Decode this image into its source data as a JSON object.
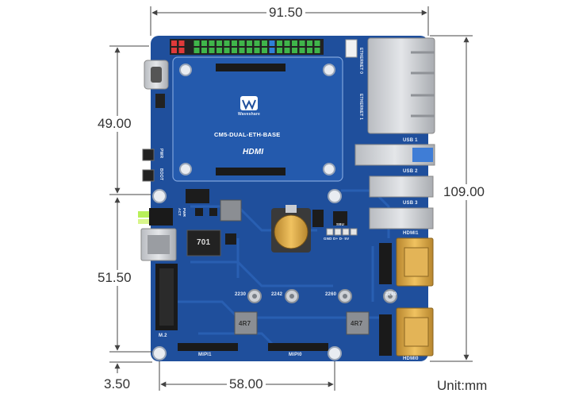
{
  "dimensions": {
    "top_width": "91.50",
    "left_upper_height": "49.00",
    "left_lower_height": "51.50",
    "right_height": "109.00",
    "bottom_width": "58.00",
    "bottom_offset": "3.50",
    "unit": "Unit:mm"
  },
  "board": {
    "brand": "Waveshare",
    "model": "CM5-DUAL-ETH-BASE",
    "hdmi_logo": "HDMI",
    "ethernet0": "ETHERNET 0",
    "ethernet1": "ETHERNET 1",
    "usb1": "USB 1",
    "usb2": "USB 2",
    "usb3": "USB 3",
    "hdmi1": "HDMI1",
    "hdmi0": "HDMI0",
    "mipi1": "MIPI1",
    "mipi0": "MIPI0",
    "pwr_button": "PWR",
    "boot_button": "BOOT",
    "act_led": "ACT",
    "pwr_led": "PWR",
    "m2_label": "M.2",
    "inductor": "701",
    "inductor_left": "4R7",
    "inductor_right": "4R7",
    "standoff_2230": "2230",
    "standoff_2242": "2242",
    "standoff_2260": "2260",
    "standoff_2280": "2280",
    "sbu": "SBU",
    "usb_pins": "GND D+ D- 5V"
  },
  "colors": {
    "pcb": "#1f4f9c",
    "pcb_dark": "#17407f",
    "trace": "#2c63b8",
    "dimension_line": "#444444",
    "gold": "#d9a441",
    "silver": "#c9ccd1"
  }
}
